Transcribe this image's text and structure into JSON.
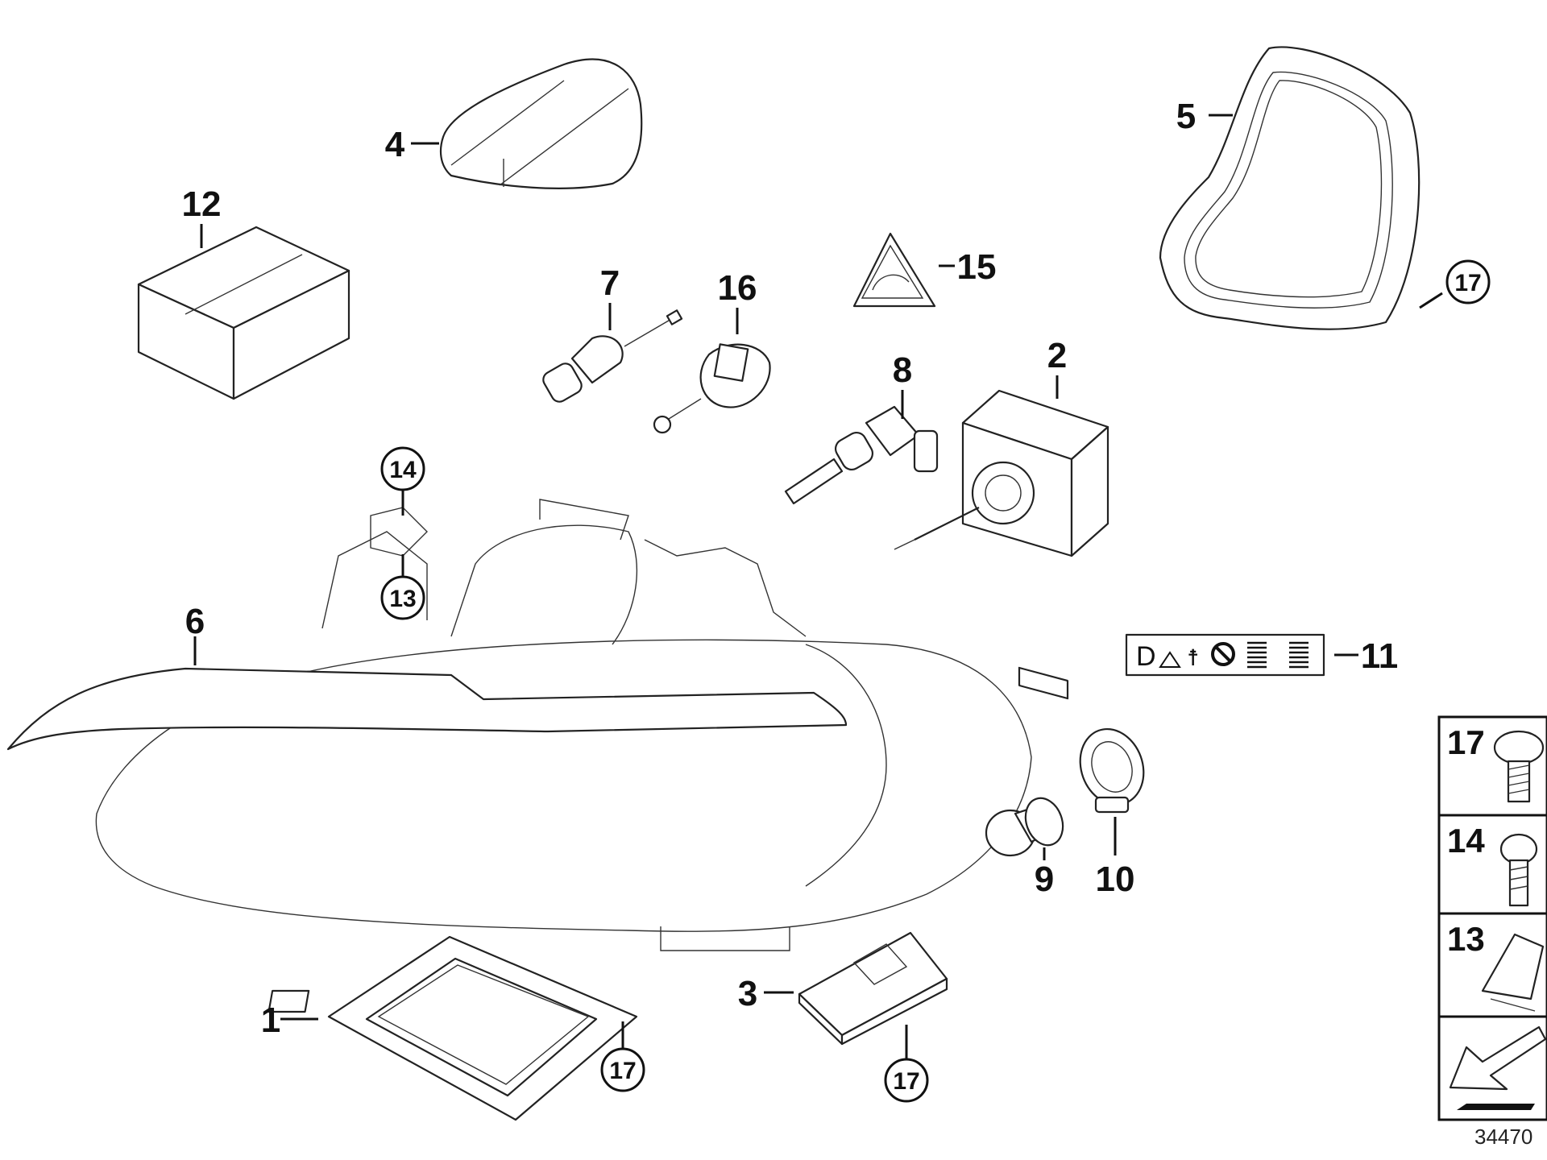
{
  "diagram_id": "34470",
  "callouts": {
    "c1": "1",
    "c2": "2",
    "c3": "3",
    "c4": "4",
    "c5": "5",
    "c6": "6",
    "c7": "7",
    "c8": "8",
    "c9": "9",
    "c10": "10",
    "c11": "11",
    "c12": "12",
    "c13": "13",
    "c14": "14",
    "c15": "15",
    "c16": "16",
    "c17": "17"
  },
  "side_panel": [
    "17",
    "14",
    "13"
  ]
}
